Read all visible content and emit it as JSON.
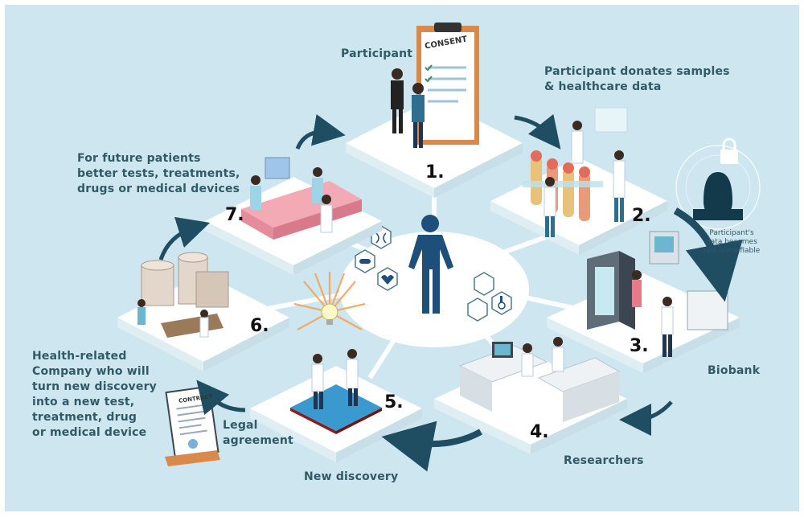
{
  "labels": {
    "participant": "Participant",
    "donates": "Participant donates samples\n& healthcare data",
    "future": "For future patients\nbetter tests, treatments,\ndrugs or medical devices",
    "nonident": "Participant's\ndata becomes\nnon-identifiable",
    "biobank": "Biobank",
    "researchers": "Researchers",
    "new_discovery": "New discovery",
    "legal": "Legal\nagreement",
    "company": "Health-related\nCompany who will\nturn new discovery\ninto a new test,\ntreatment, drug\nor medical device",
    "consent": "CONSENT",
    "contract": "CONTRACT"
  },
  "steps": [
    "1.",
    "2.",
    "3.",
    "4.",
    "5.",
    "6.",
    "7."
  ],
  "colors": {
    "background": "#cde6ef",
    "text": "#2f5a66",
    "arrow": "#1f4e63",
    "tile": "#ffffff"
  },
  "icons": [
    "human-figure-icon",
    "lock-icon",
    "face-scan-icon",
    "lightbulb-icon",
    "clipboard-icon",
    "contract-icon",
    "heart-icon",
    "pill-icon",
    "wheelchair-icon",
    "dna-icon"
  ]
}
